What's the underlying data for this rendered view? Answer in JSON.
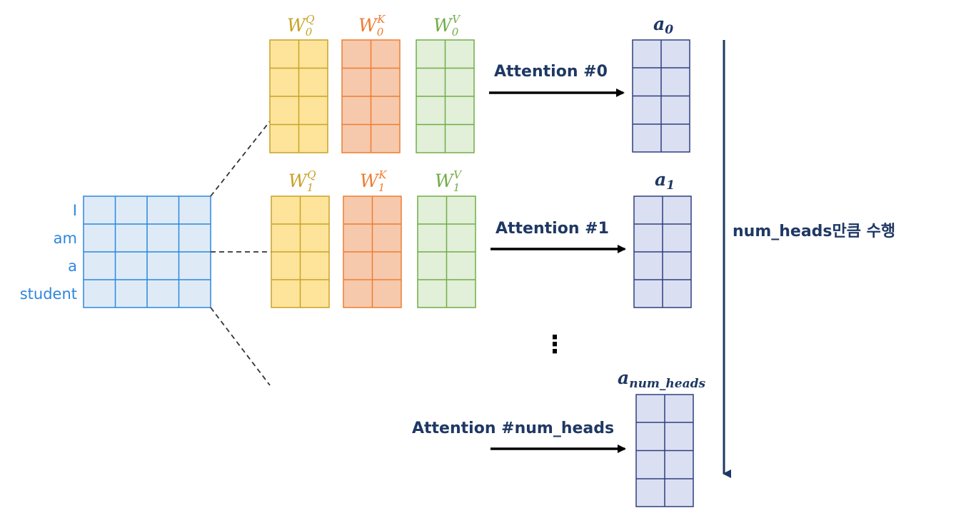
{
  "input": {
    "words": [
      "I",
      "am",
      "a",
      "student"
    ]
  },
  "heads": [
    {
      "weights": [
        {
          "base": "W",
          "sub": "0",
          "sup": "Q",
          "color": "#c9a227"
        },
        {
          "base": "W",
          "sub": "0",
          "sup": "K",
          "color": "#ed7d31"
        },
        {
          "base": "W",
          "sub": "0",
          "sup": "V",
          "color": "#70ad47"
        }
      ],
      "attention_label": "Attention #0",
      "output": {
        "base": "a",
        "sub": "0"
      }
    },
    {
      "weights": [
        {
          "base": "W",
          "sub": "1",
          "sup": "Q",
          "color": "#c9a227"
        },
        {
          "base": "W",
          "sub": "1",
          "sup": "K",
          "color": "#ed7d31"
        },
        {
          "base": "W",
          "sub": "1",
          "sup": "V",
          "color": "#70ad47"
        }
      ],
      "attention_label": "Attention #1",
      "output": {
        "base": "a",
        "sub": "1"
      }
    },
    {
      "attention_label": "Attention #num_heads",
      "output": {
        "base": "a",
        "sub": "num_heads"
      }
    }
  ],
  "ellipsis": "⋮",
  "repeat_label": "num_heads만큼 수행",
  "colors": {
    "query_fill": "#fde49a",
    "query_stroke": "#c9a227",
    "key_fill": "#f6c9ac",
    "key_stroke": "#ed7d31",
    "value_fill": "#e2efd9",
    "value_stroke": "#70ad47",
    "input_fill": "#deebf7",
    "input_stroke": "#2e86de",
    "output_fill": "#dae0f2",
    "output_stroke": "#2f3f7f",
    "text_dark": "#1f3864"
  }
}
